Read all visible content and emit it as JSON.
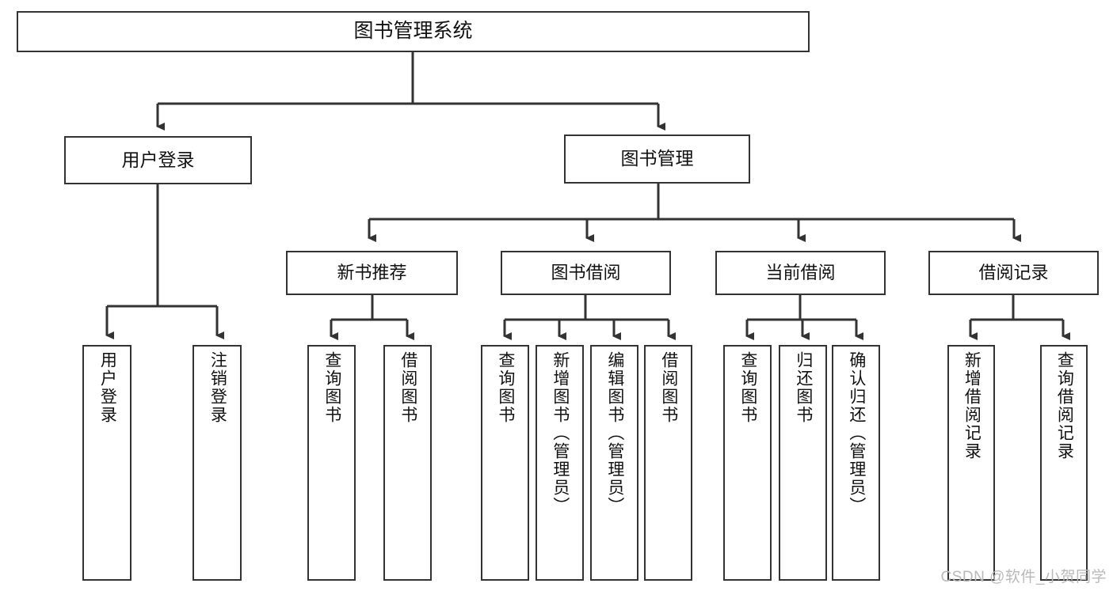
{
  "diagram": {
    "title": "图书管理系统",
    "type": "tree-hierarchy-diagram",
    "watermark": "CSDN @软件_小贺同学",
    "colors": {
      "box_border": "#333333",
      "box_fill": "#ffffff",
      "connector": "#333333",
      "text": "#111111",
      "watermark": "#b9b9b9",
      "background": "#ffffff"
    },
    "root": {
      "label": "图书管理系统"
    },
    "level2": [
      {
        "label": "用户登录"
      },
      {
        "label": "图书管理"
      }
    ],
    "level3": [
      {
        "label": "新书推荐"
      },
      {
        "label": "图书借阅"
      },
      {
        "label": "当前借阅"
      },
      {
        "label": "借阅记录"
      }
    ],
    "leaves": {
      "user_login": [
        {
          "label": "用户登录"
        },
        {
          "label": "注销登录"
        }
      ],
      "new_book_recommend": [
        {
          "label": "查询图书"
        },
        {
          "label": "借阅图书"
        }
      ],
      "book_borrow": [
        {
          "label": "查询图书"
        },
        {
          "label": "新增图书（管理员）"
        },
        {
          "label": "编辑图书（管理员）"
        },
        {
          "label": "借阅图书"
        }
      ],
      "current_borrow": [
        {
          "label": "查询图书"
        },
        {
          "label": "归还图书"
        },
        {
          "label": "确认归还（管理员）"
        }
      ],
      "borrow_record": [
        {
          "label": "新增借阅记录"
        },
        {
          "label": "查询借阅记录"
        }
      ]
    }
  }
}
